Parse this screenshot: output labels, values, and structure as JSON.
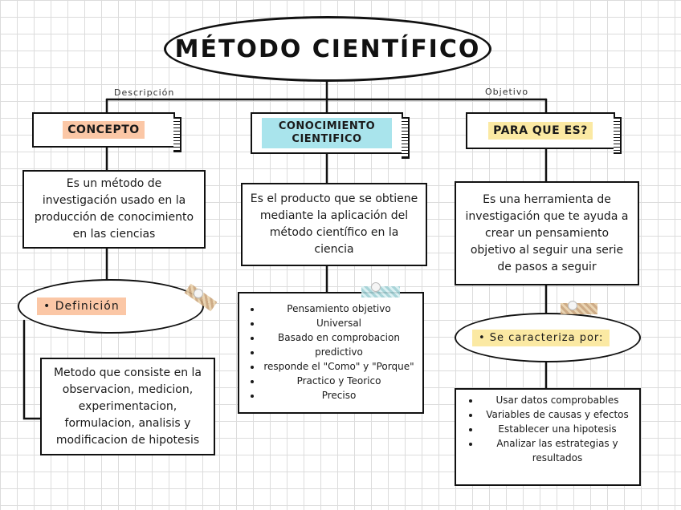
{
  "title": "MÉTODO CIENTÍFICO",
  "labels": {
    "left": "Descripción",
    "right": "Objetivo"
  },
  "columns": [
    {
      "header": "CONCEPTO",
      "description": "Es un método de investigación usado en la producción de conocimiento en las ciencias",
      "tag": "• Definición",
      "detail": "Metodo que consiste en la observacion, medicion, experimentacion, formulacion, analisis y modificacion de hipotesis"
    },
    {
      "header": "CONOCIMIENTO CIENTIFICO",
      "description": "Es el producto que se obtiene mediante la aplicación del método científico en la ciencia",
      "bullets": [
        "Pensamiento objetivo",
        "Universal",
        "Basado en comprobacion",
        "predictivo",
        "responde el \"Como\" y \"Porque\"",
        "Practico y Teorico",
        "Preciso"
      ]
    },
    {
      "header": "PARA QUE ES?",
      "description": "Es una herramienta de investigación que te ayuda a crear un pensamiento objetivo al seguir una serie de pasos a seguir",
      "tag": "• Se caracteriza por:",
      "bullets": [
        "Usar datos comprobables",
        "Variables de causas y efectos",
        "Establecer una hipotesis",
        "Analizar las estrategias y resultados"
      ]
    }
  ],
  "colors": {
    "orange": "#fbc7a6",
    "cyan": "#a9e4ec",
    "yellow": "#fbe9a3"
  }
}
